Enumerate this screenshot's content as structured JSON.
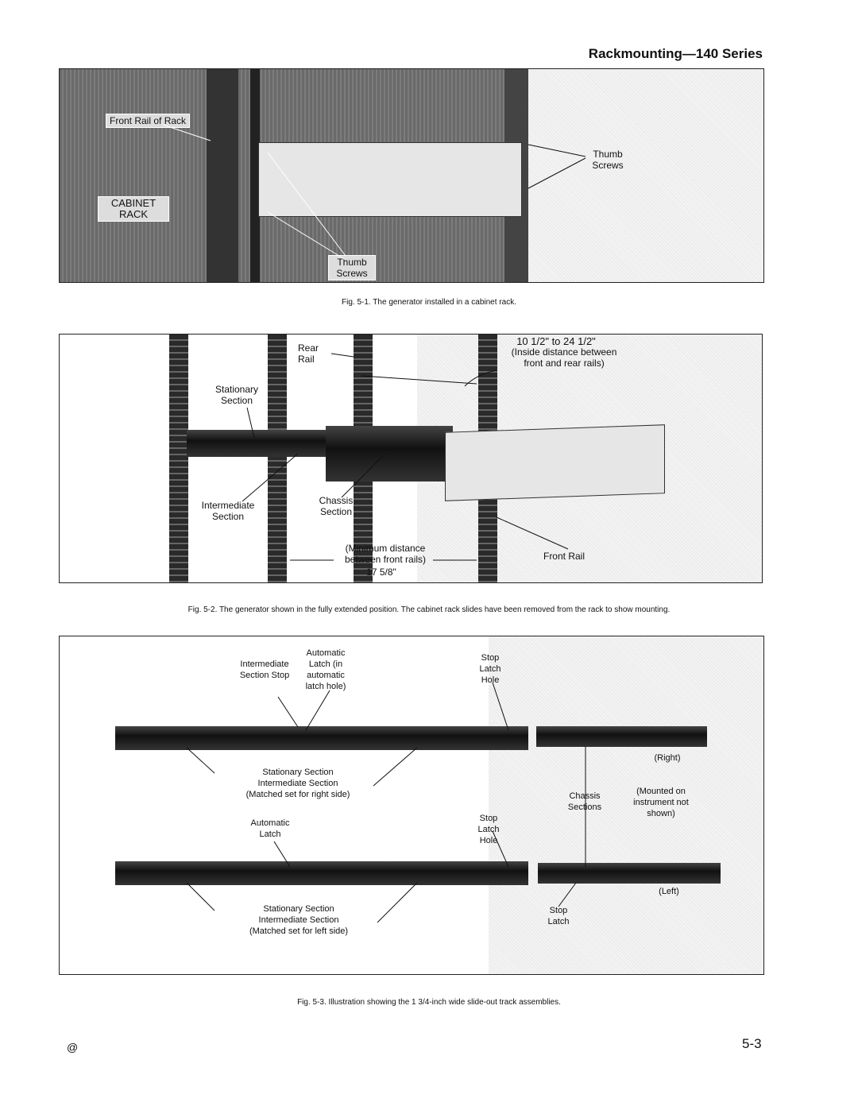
{
  "header": {
    "title": "Rackmounting—140 Series"
  },
  "figure1": {
    "labels": {
      "front_rail": "Front Rail of Rack",
      "cabinet_rack": "CABINET RACK",
      "thumb_screws_right": "Thumb Screws",
      "thumb_screws_bottom": "Thumb Screws"
    },
    "caption": "Fig. 5-1. The generator installed in a cabinet rack."
  },
  "figure2": {
    "labels": {
      "rear_rail": "Rear Rail",
      "distance_range": "10 1/2\" to 24 1/2\"",
      "distance_note": "(Inside distance between front and rear rails)",
      "stationary_section": "Stationary Section",
      "intermediate_section": "Intermediate Section",
      "chassis_section": "Chassis Section",
      "min_distance": "(Minimum distance between front rails)",
      "min_distance_value": "17 5/8\"",
      "front_rail": "Front Rail"
    },
    "caption": "Fig. 5-2. The generator shown in the fully extended position. The cabinet rack slides have been removed from the rack to show mounting."
  },
  "figure3": {
    "labels": {
      "intermediate_stop": "Intermediate Section Stop",
      "automatic_latch_hole": "Automatic Latch (in automatic latch hole)",
      "stop_latch_hole_top": "Stop Latch Hole",
      "right_set": "Stationary Section\nIntermediate Section\n(Matched set for right side)",
      "right": "(Right)",
      "chassis_sections": "Chassis Sections",
      "mounted_note": "(Mounted on instrument not shown)",
      "automatic_latch": "Automatic Latch",
      "stop_latch_hole_bottom": "Stop Latch Hole",
      "left_set": "Stationary Section\nIntermediate Section\n(Matched set for left side)",
      "left": "(Left)",
      "stop_latch": "Stop Latch"
    },
    "caption": "Fig. 5-3. Illustration showing the 1 3/4-inch wide slide-out track assemblies."
  },
  "footer": {
    "symbol": "@",
    "page_number": "5-3"
  }
}
